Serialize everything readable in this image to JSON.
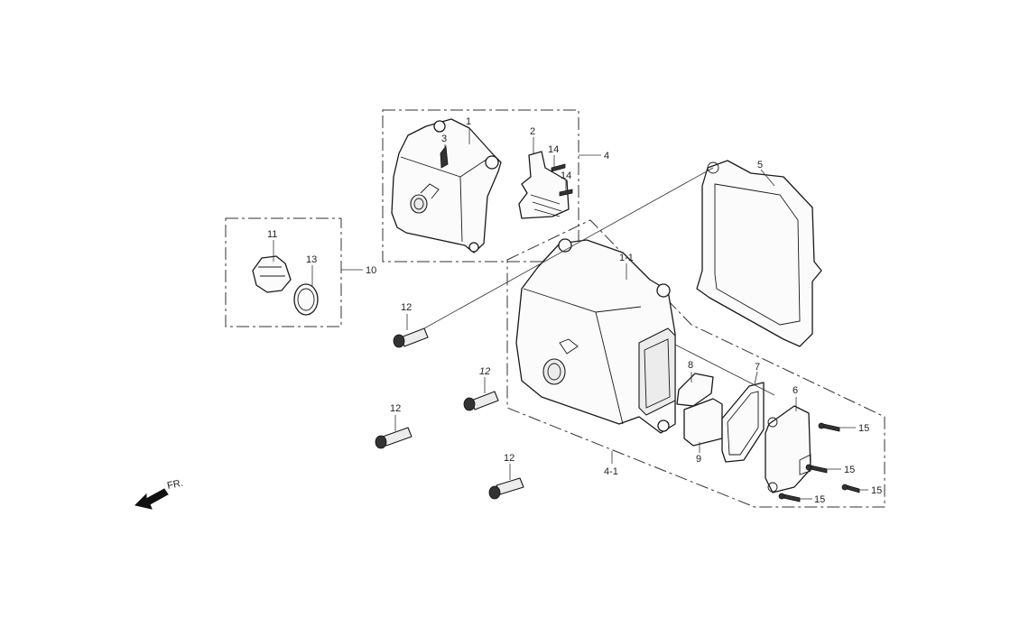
{
  "diagram": {
    "direction_label": "FR.",
    "callouts": {
      "c1": "1",
      "c2": "2",
      "c3": "3",
      "c4": "4",
      "c5": "5",
      "c1_1": "1-1",
      "c4_1": "4-1",
      "c6": "6",
      "c7": "7",
      "c8": "8",
      "c9": "9",
      "c10": "10",
      "c11": "11",
      "c12": "12",
      "c13": "13",
      "c14": "14",
      "c15": "15"
    }
  }
}
